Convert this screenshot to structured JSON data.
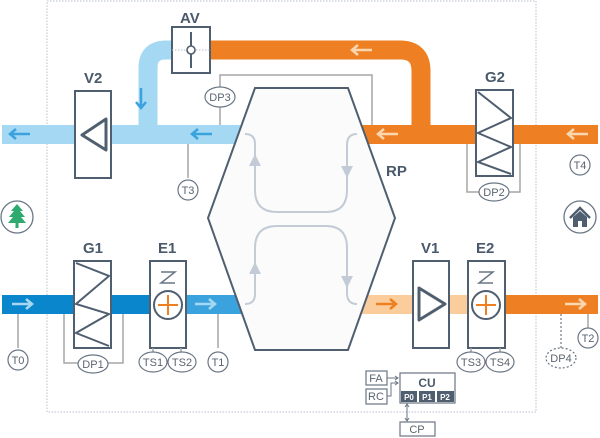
{
  "diagram": {
    "title": "Air handling unit schematic",
    "colors": {
      "supply_outdoor": "#0a86cc",
      "supply_after_heater": "#3aa3de",
      "exhaust_light": "#a5d8f3",
      "extract_warm": "#ee7f22",
      "supply_warm_light": "#fbcc9c",
      "component_stroke": "#4f5f70",
      "sensor_wire": "#a6a6a6",
      "heater_symbol": "#ee7f22",
      "outdoor_icon": "#2eaa6e",
      "indoor_icon": "#4f5f70"
    },
    "components": {
      "av": "AV",
      "v2": "V2",
      "g2": "G2",
      "g1": "G1",
      "e1": "E1",
      "v1": "V1",
      "e2": "E2",
      "rp": "RP"
    },
    "sensors": {
      "dp3": "DP3",
      "t3": "T3",
      "t4": "T4",
      "dp2": "DP2",
      "t0": "T0",
      "dp1": "DP1",
      "ts1": "TS1",
      "ts2": "TS2",
      "t1": "T1",
      "ts3": "TS3",
      "ts4": "TS4",
      "dp4": "DP4",
      "t2": "T2"
    },
    "control": {
      "fa": "FA",
      "rc": "RC",
      "cu": "CU",
      "p0": "P0",
      "p1": "P1",
      "p2": "P2",
      "cp": "CP"
    },
    "icons": {
      "outdoor": "tree-icon",
      "indoor": "house-icon"
    }
  }
}
